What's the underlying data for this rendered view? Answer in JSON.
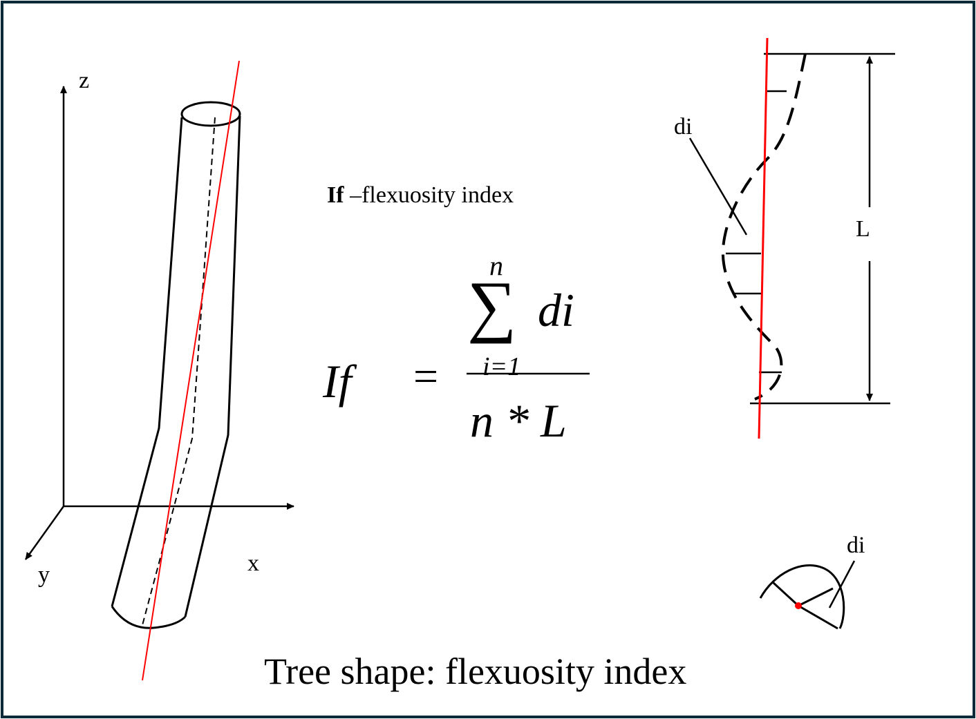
{
  "axes": {
    "z": "z",
    "x": "x",
    "y": "y"
  },
  "subtitle": {
    "symbol": "If",
    "text": " –flexuosity index"
  },
  "formula": {
    "lhs": "If",
    "equals": "=",
    "sum_upper": "n",
    "sum_symbol": "∑",
    "sum_lower": "i=1",
    "summand": "di",
    "denominator": "n * L"
  },
  "profile": {
    "deviation_label": "di",
    "length_label": "L"
  },
  "cross_section": {
    "deviation_label": "di"
  },
  "caption": "Tree shape: flexuosity index",
  "colors": {
    "reference_line": "#ff0000",
    "ink": "#000000",
    "frame": "#0a2a3a"
  }
}
